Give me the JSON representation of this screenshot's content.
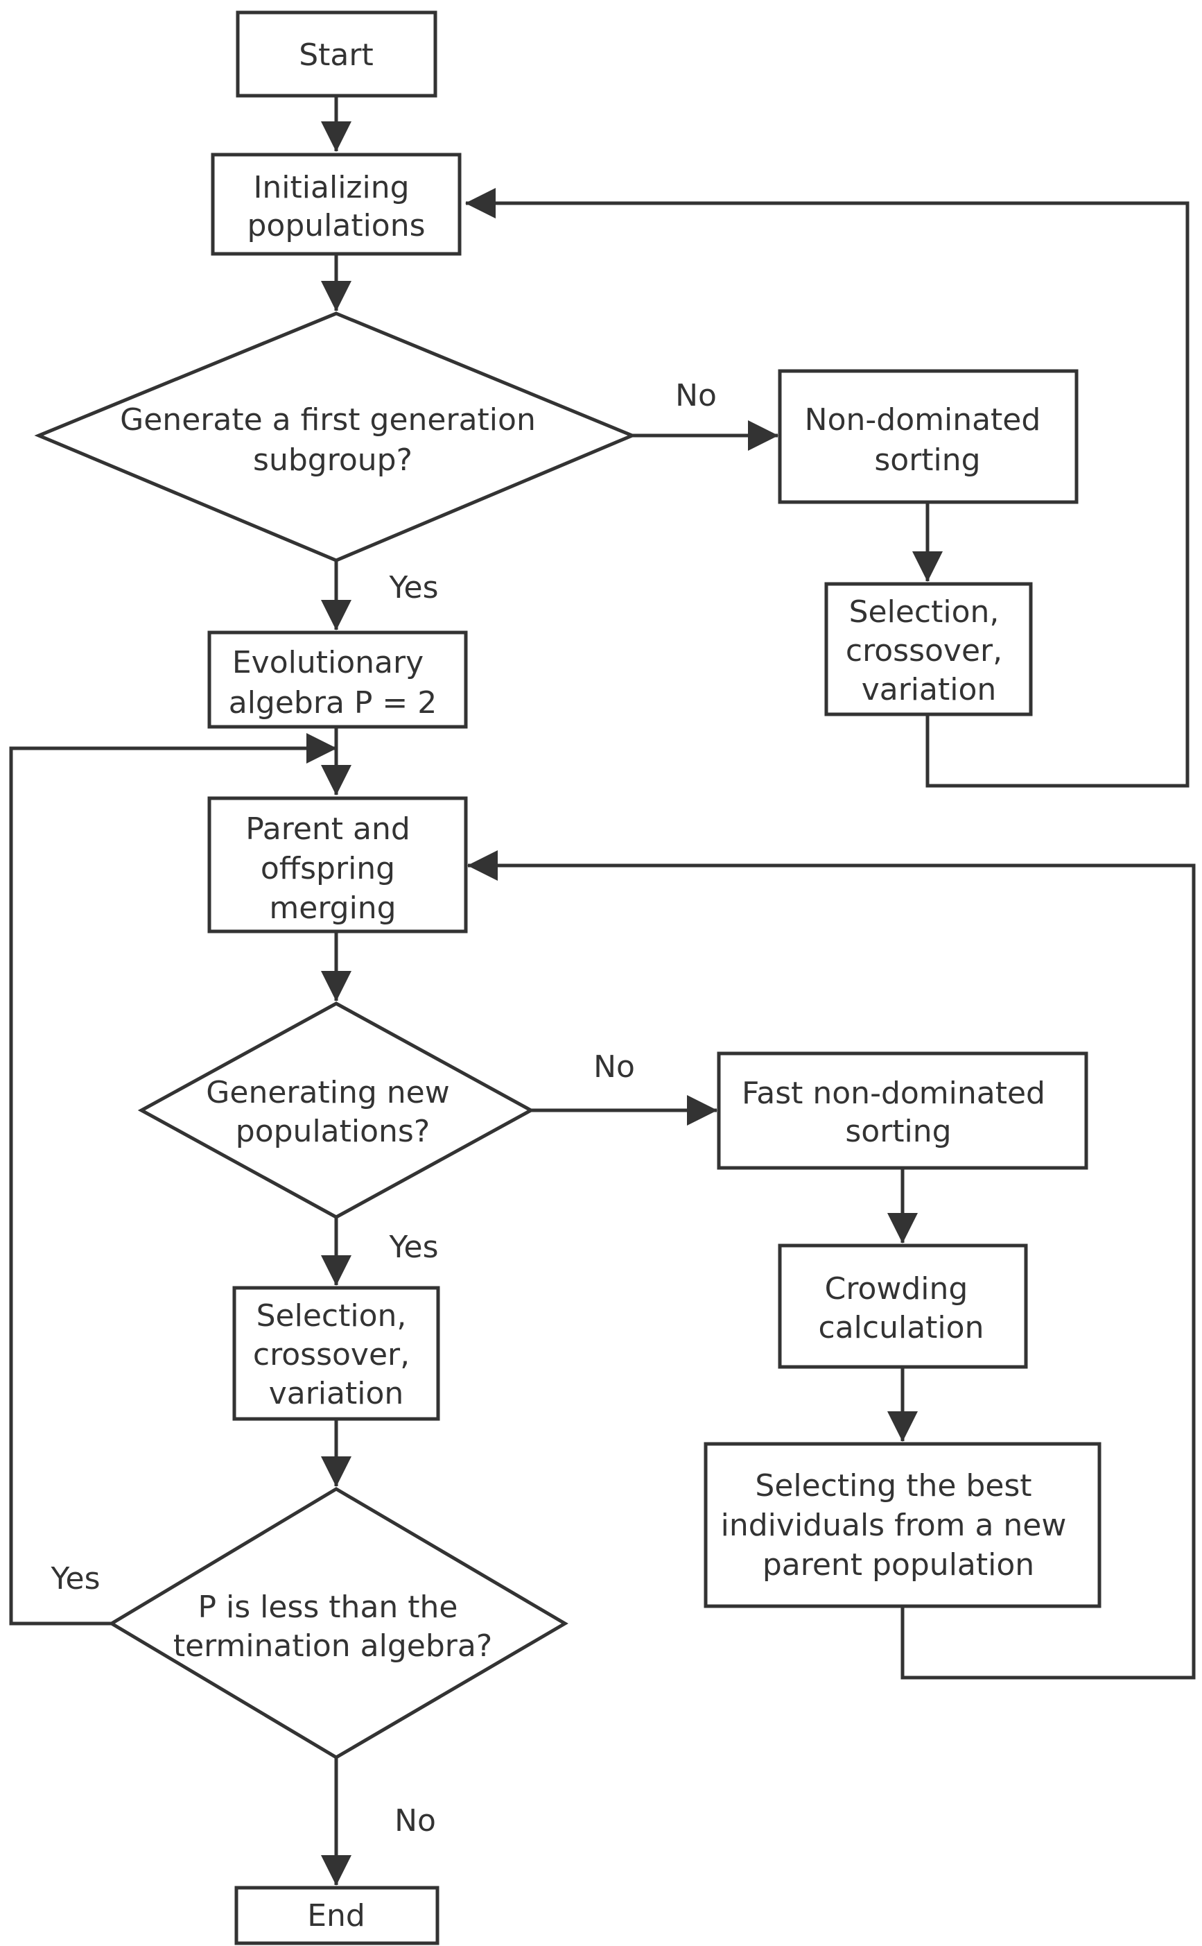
{
  "nodes": {
    "start": [
      "Start"
    ],
    "init": [
      "Initializing",
      "populations"
    ],
    "decision_first": [
      "Generate a first generation",
      "subgroup?"
    ],
    "nds_top": [
      "Non-dominated",
      "sorting"
    ],
    "scv_top": [
      "Selection,",
      "crossover,",
      "variation"
    ],
    "evo_alg": [
      "Evolutionary",
      "algebra P = 2"
    ],
    "merge": [
      "Parent and",
      "offspring",
      "merging"
    ],
    "decision_newpop": [
      "Generating new",
      "populations?"
    ],
    "fast_nds": [
      "Fast non-dominated",
      "sorting"
    ],
    "crowding": [
      "Crowding",
      "calculation"
    ],
    "scv_mid": [
      "Selection,",
      "crossover,",
      "variation"
    ],
    "select_best": [
      "Selecting the best",
      "individuals from a new",
      "parent population"
    ],
    "decision_term": [
      "P is less than the",
      "termination algebra?"
    ],
    "end": [
      "End"
    ]
  },
  "edge_labels": {
    "first_no": "No",
    "first_yes": "Yes",
    "newpop_no": "No",
    "newpop_yes": "Yes",
    "term_yes": "Yes",
    "term_no": "No"
  },
  "colors": {
    "stroke": "#333333",
    "text": "#333333",
    "background": "#ffffff"
  }
}
